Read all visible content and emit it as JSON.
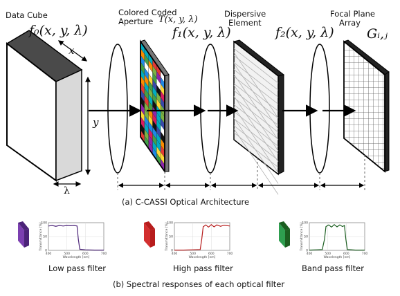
{
  "diagram": {
    "labels": {
      "data_cube": "Data Cube",
      "aperture_line1": "Colored Coded",
      "aperture_line2": "Aperture",
      "aperture_fn": "T(x, y, λ)",
      "dispersive_line1": "Dispersive",
      "dispersive_line2": "Element",
      "fpa_line1": "Focal Plane",
      "fpa_line2": "Array"
    },
    "math": {
      "f0": "f₀(x, y, λ)",
      "f1": "f₁(x, y, λ)",
      "f2": "f₂(x, y, λ)",
      "G": "Gᵢ,ⱼ",
      "x": "x",
      "y": "y",
      "lambda": "λ"
    },
    "caption_a": "(a) C-CASSI Optical Architecture",
    "caption_b": "(b) Spectral responses of each optical filter",
    "aperture_colors": [
      "#e53935",
      "#1e88e5",
      "#43a047",
      "#fdd835",
      "#8e24aa",
      "#00acc1",
      "#fb8c00",
      "#111111",
      "#ffffff",
      "#d81b60",
      "#3949ab",
      "#7cb342"
    ],
    "filters": [
      {
        "name": "Low pass filter",
        "color": "#7b3fb0",
        "line_color": "#4b2378",
        "ylabel": "Transmittance [%]",
        "xlabel": "Wavelength [nm]",
        "xticks": [
          "400",
          "500",
          "600",
          "700"
        ],
        "yticks": [
          "0",
          "50",
          "100"
        ],
        "curve": [
          [
            400,
            88
          ],
          [
            420,
            90
          ],
          [
            440,
            87
          ],
          [
            460,
            90
          ],
          [
            480,
            88
          ],
          [
            500,
            90
          ],
          [
            520,
            89
          ],
          [
            540,
            90
          ],
          [
            555,
            88
          ],
          [
            562,
            40
          ],
          [
            570,
            4
          ],
          [
            600,
            2
          ],
          [
            650,
            1
          ],
          [
            700,
            1
          ]
        ]
      },
      {
        "name": "High pass filter",
        "color": "#d32f2f",
        "line_color": "#b71c1c",
        "ylabel": "Transmittance [%]",
        "xlabel": "Wavelength [nm]",
        "xticks": [
          "400",
          "500",
          "600",
          "700"
        ],
        "yticks": [
          "0",
          "50",
          "100"
        ],
        "curve": [
          [
            400,
            1
          ],
          [
            450,
            1
          ],
          [
            500,
            2
          ],
          [
            540,
            3
          ],
          [
            548,
            40
          ],
          [
            556,
            85
          ],
          [
            570,
            92
          ],
          [
            585,
            84
          ],
          [
            600,
            93
          ],
          [
            615,
            85
          ],
          [
            630,
            92
          ],
          [
            650,
            87
          ],
          [
            670,
            91
          ],
          [
            700,
            88
          ]
        ]
      },
      {
        "name": "Band pass filter",
        "color": "#2e9e4f",
        "line_color": "#1b5e20",
        "ylabel": "Transmittance [%]",
        "xlabel": "Wavelength [nm]",
        "xticks": [
          "400",
          "500",
          "600",
          "700"
        ],
        "yticks": [
          "0",
          "50",
          "100"
        ],
        "curve": [
          [
            400,
            1
          ],
          [
            440,
            2
          ],
          [
            470,
            3
          ],
          [
            482,
            40
          ],
          [
            490,
            86
          ],
          [
            505,
            92
          ],
          [
            520,
            84
          ],
          [
            535,
            93
          ],
          [
            550,
            85
          ],
          [
            565,
            92
          ],
          [
            580,
            86
          ],
          [
            590,
            90
          ],
          [
            598,
            40
          ],
          [
            606,
            3
          ],
          [
            650,
            1
          ],
          [
            700,
            1
          ]
        ]
      }
    ]
  }
}
